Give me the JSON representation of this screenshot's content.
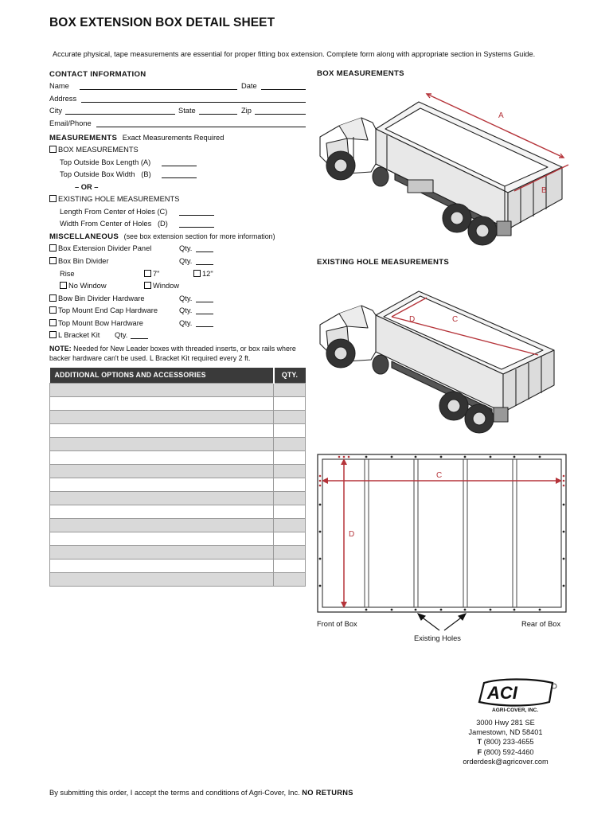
{
  "header": {
    "title": "BOX EXTENSION BOX DETAIL SHEET",
    "intro": "Accurate physical, tape measurements are essential for proper fitting box extension. Complete form along with appropriate section in Systems Guide."
  },
  "contact": {
    "heading": "CONTACT INFORMATION",
    "name_label": "Name",
    "date_label": "Date",
    "address_label": "Address",
    "city_label": "City",
    "state_label": "State",
    "zip_label": "Zip",
    "email_label": "Email/Phone"
  },
  "measurements": {
    "heading": "MEASUREMENTS",
    "subheading": "Exact Measurements Required",
    "box_option": "BOX MEASUREMENTS",
    "top_length": "Top Outside Box Length (A)",
    "top_width": "Top Outside Box Width   (B)",
    "or_text": "– OR –",
    "hole_option": "EXISTING HOLE MEASUREMENTS",
    "hole_length": "Length From Center of Holes (C)",
    "hole_width": "Width From Center of Holes   (D)"
  },
  "misc": {
    "heading": "MISCELLANEOUS",
    "subheading": "(see box extension section for more information)",
    "divider_panel": "Box Extension Divider Panel",
    "bin_divider": "Box Bin Divider",
    "qty_label": "Qty.",
    "rise_label": "Rise",
    "rise_7": "7\"",
    "rise_12": "12\"",
    "no_window": "No Window",
    "window": "Window",
    "bin_hardware": "Bow Bin Divider Hardware",
    "end_cap": "Top Mount End Cap Hardware",
    "bow_hardware": "Top Mount Bow Hardware",
    "l_bracket": "L Bracket Kit",
    "note_label": "NOTE:",
    "note_text": "Needed for New Leader boxes with threaded inserts, or box rails where backer hardware can't be used. L Bracket Kit required every 2 ft."
  },
  "options_table": {
    "header": "ADDITIONAL OPTIONS AND ACCESSORIES",
    "qty_header": "QTY.",
    "row_count": 15
  },
  "diagrams": {
    "box_heading": "BOX MEASUREMENTS",
    "hole_heading": "EXISTING HOLE MEASUREMENTS",
    "label_a": "A",
    "label_b": "B",
    "label_c": "C",
    "label_d": "D",
    "front_of_box": "Front of Box",
    "rear_of_box": "Rear of Box",
    "existing_holes": "Existing Holes",
    "measure_color": "#b5343a"
  },
  "company": {
    "logo_text": "ACI",
    "logo_sub": "AGRI-COVER, INC.",
    "address1": "3000 Hwy 281 SE",
    "address2": "Jamestown, ND 58401",
    "phone_label": "T",
    "phone": "(800) 233-4655",
    "fax_label": "F",
    "fax": "(800) 592-4460",
    "email": "orderdesk@agricover.com"
  },
  "footer": {
    "terms": "By submitting this order, I accept the terms and conditions of Agri-Cover, Inc.",
    "no_returns": "NO RETURNS"
  }
}
